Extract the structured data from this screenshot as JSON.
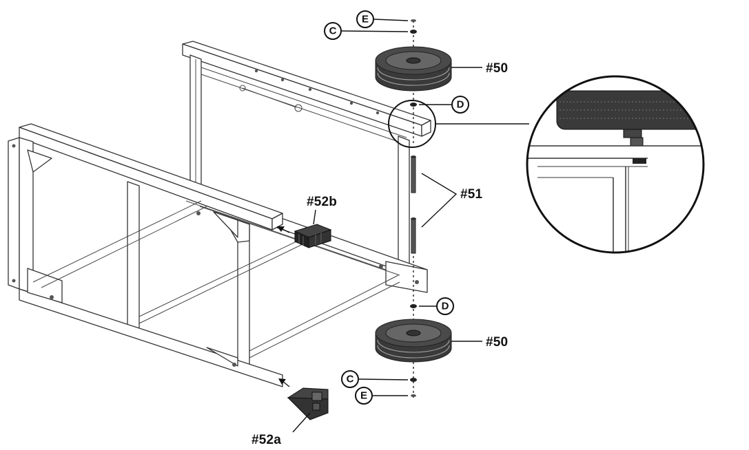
{
  "parts": {
    "wheel_top": "#50",
    "wheel_bottom": "#50",
    "axle_pins": "#51",
    "leg_cap_b": "#52b",
    "leg_cap_a": "#52a"
  },
  "hardware": {
    "e_top": "E",
    "c_top": "C",
    "d_top": "D",
    "d_bottom": "D",
    "c_bottom": "C",
    "e_bottom": "E"
  },
  "colors": {
    "line": "#333333",
    "fill_dark": "#2b2b2b",
    "tread": "#3a3a3a"
  }
}
